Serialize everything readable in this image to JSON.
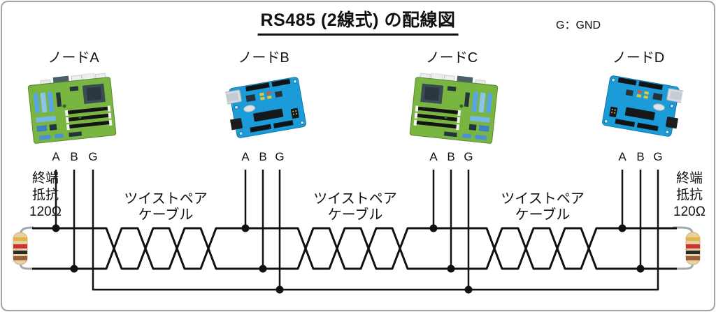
{
  "title": "RS485 (2線式) の配線図",
  "legend": {
    "text": "G：GND"
  },
  "nodes": [
    {
      "label": "ノードA",
      "board": "motherboard",
      "pins": [
        "A",
        "B",
        "G"
      ]
    },
    {
      "label": "ノードB",
      "board": "arduino-uno",
      "pins": [
        "A",
        "B",
        "G"
      ]
    },
    {
      "label": "ノードC",
      "board": "motherboard",
      "pins": [
        "A",
        "B",
        "G"
      ]
    },
    {
      "label": "ノードD",
      "board": "arduino-uno",
      "pins": [
        "A",
        "B",
        "G"
      ]
    }
  ],
  "cables": [
    {
      "line1": "ツイストペア",
      "line2": "ケーブル"
    },
    {
      "line1": "ツイストペア",
      "line2": "ケーブル"
    },
    {
      "line1": "ツイストペア",
      "line2": "ケーブル"
    }
  ],
  "terminators": [
    {
      "line1": "終端",
      "line2": "抵抗",
      "line3": "120Ω"
    },
    {
      "line1": "終端",
      "line2": "抵抗",
      "line3": "120Ω"
    }
  ],
  "colors": {
    "wire": "#111111",
    "board_green": "#79b541",
    "board_blue": "#1b9cd8",
    "resistor_body": "#e8d0a0",
    "resistor_band_gold": "#e0b64c",
    "resistor_band_red": "#cc3333",
    "resistor_band_black": "#2a2a2a",
    "resistor_band_brown": "#96603a",
    "lead": "#9fa8ae",
    "frame": "#a3a3a3"
  }
}
